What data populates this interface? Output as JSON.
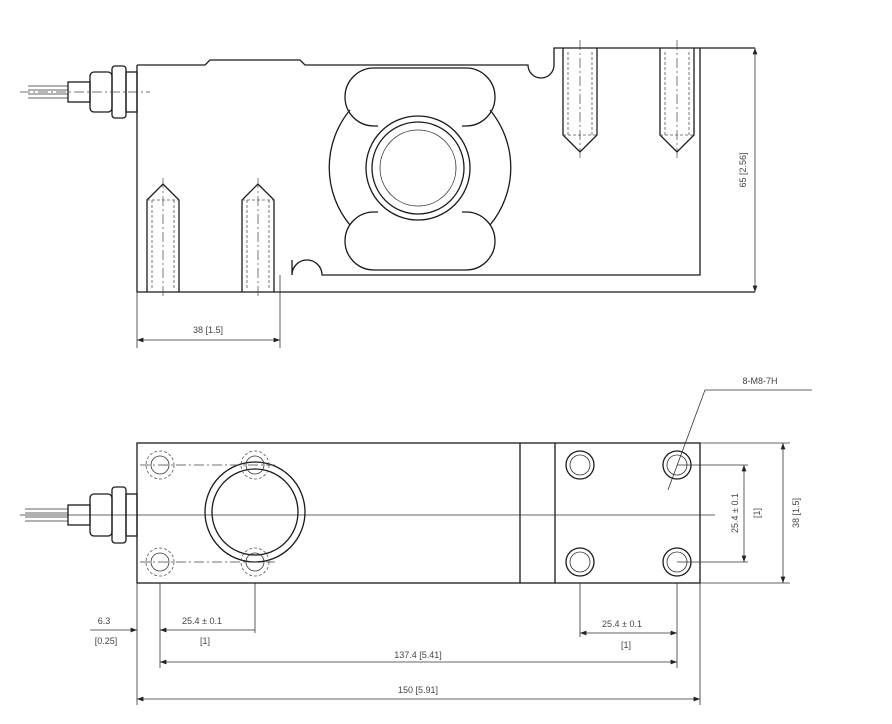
{
  "title": "Single point load cell dimensional drawing",
  "top_view": {
    "dim_bolt_spacing": "38 [1.5]",
    "dim_height": "65 [2.56]"
  },
  "bottom_view": {
    "thread_callout": "8-M8-7H",
    "dim_right_vertical_mm": "25.4 ± 0.1",
    "dim_right_vertical_in": "[1]",
    "dim_width": "38 [1.5]",
    "dim_offset_mm": "6.3",
    "dim_offset_in": "[0.25]",
    "dim_left_hole_mm": "25.4 ± 0.1",
    "dim_left_hole_in": "[1]",
    "dim_right_hole_mm": "25.4 ± 0.1",
    "dim_right_hole_in": "[1]",
    "dim_hole_span": "137.4 [5.41]",
    "dim_length": "150 [5.91]"
  }
}
